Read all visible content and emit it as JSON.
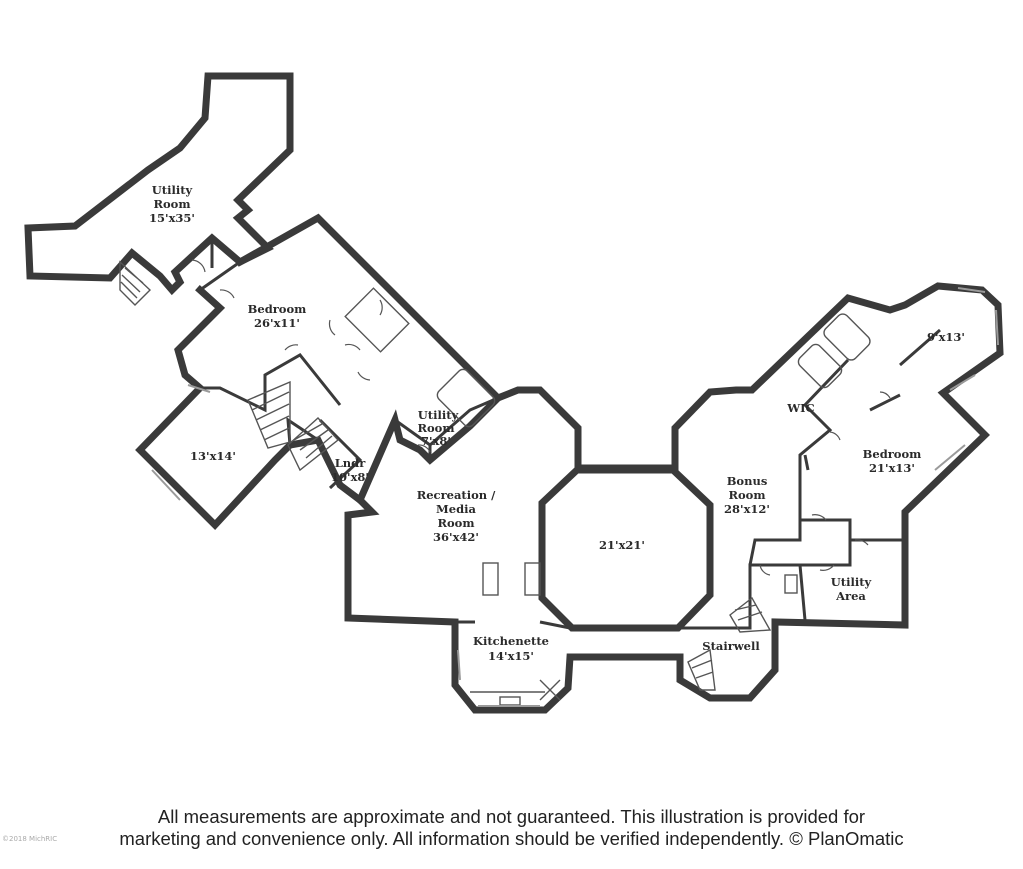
{
  "rooms": {
    "utility_room_north": {
      "name_line1": "Utility",
      "name_line2": "Room",
      "size": "15'x35'"
    },
    "bedroom_west": {
      "name": "Bedroom",
      "size": "26'x11'"
    },
    "room_13x14": {
      "size": "13'x14'"
    },
    "utility_room_small": {
      "name_line1": "Utility",
      "name_line2": "Room",
      "size": "7'x8'"
    },
    "laundry": {
      "name": "Lndr",
      "size": "10'x8'"
    },
    "recreation": {
      "name_line1": "Recreation /",
      "name_line2": "Media",
      "name_line3": "Room",
      "size": "36'x42'"
    },
    "octagon_room": {
      "size": "21'x21'"
    },
    "kitchenette": {
      "name": "Kitchenette",
      "size": "14'x15'"
    },
    "bonus_room": {
      "name_line1": "Bonus",
      "name_line2": "Room",
      "size": "28'x12'"
    },
    "stairwell": {
      "name": "Stairwell"
    },
    "wic": {
      "name": "WIC"
    },
    "room_9x13": {
      "size": "9'x13'"
    },
    "bedroom_east": {
      "name": "Bedroom",
      "size": "21'x13'"
    },
    "utility_area": {
      "name_line1": "Utility",
      "name_line2": "Area"
    }
  },
  "disclaimer": {
    "line1": "All measurements are approximate and not guaranteed. This illustration is provided for",
    "line2": "marketing and convenience only. All information should be verified independently. © PlanOmatic"
  },
  "watermark": "©2018 MichRIC",
  "colors": {
    "wall": "#3a3a3a",
    "background": "#ffffff",
    "text": "#222222"
  }
}
